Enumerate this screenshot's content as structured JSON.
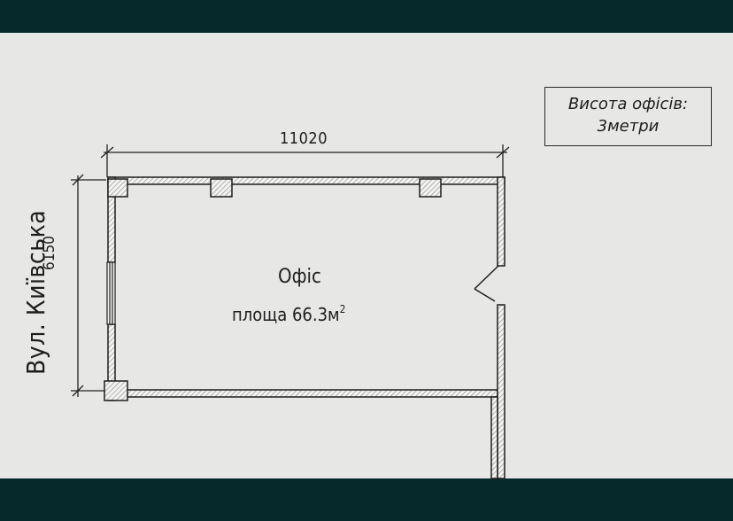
{
  "floor_plan": {
    "width_dimension": "11020",
    "depth_dimension": "6150",
    "street_label": "Вул. Київська",
    "room": {
      "name": "Офіс",
      "area_prefix": "площа 66.3м",
      "area_superscript": "2"
    },
    "note": {
      "line1": "Висота офісів:",
      "line2": "3метри"
    }
  },
  "colors": {
    "frame": "#062a2b",
    "paper": "#e7e8e6",
    "lines": "#1d1d1d",
    "hatch": "#8a8a8a"
  }
}
